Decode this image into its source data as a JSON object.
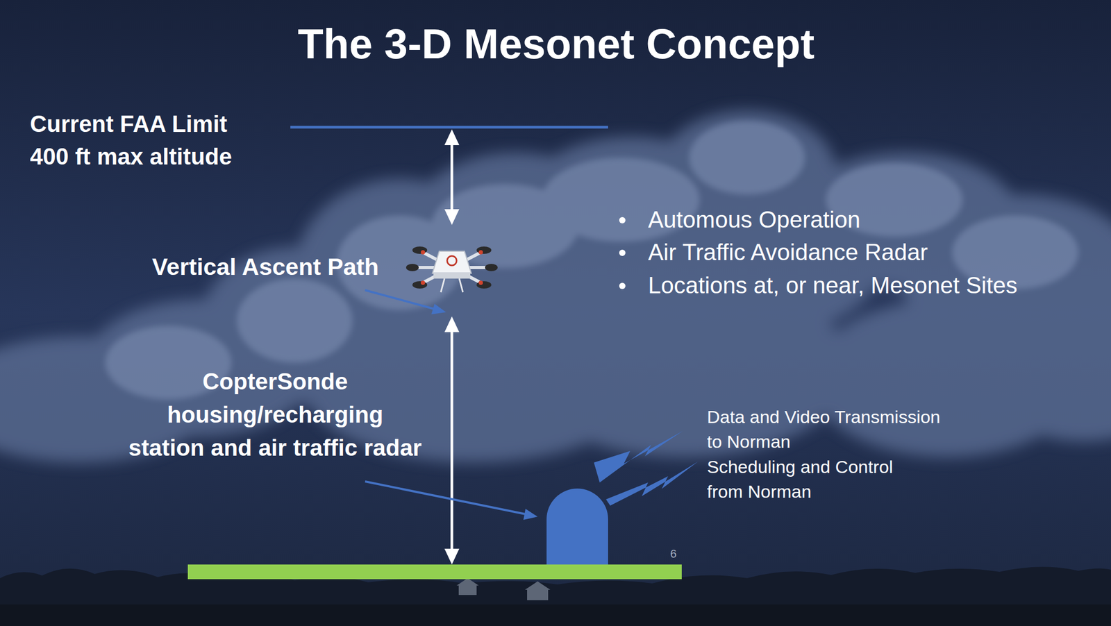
{
  "diagram": {
    "title": "The 3-D Mesonet Concept",
    "labels": [
      "Current FAA Limit 400 ft max altitude",
      "Vertical Ascent Path",
      "Automous Operation",
      "Air Traffic Avoidance Radar",
      "Locations at, or near, Mesonet Sites",
      "CopterSonde housing/recharging station and air traffic radar",
      "Data and Video Transmission to Norman",
      "Scheduling and Control from Norman",
      "6"
    ]
  }
}
